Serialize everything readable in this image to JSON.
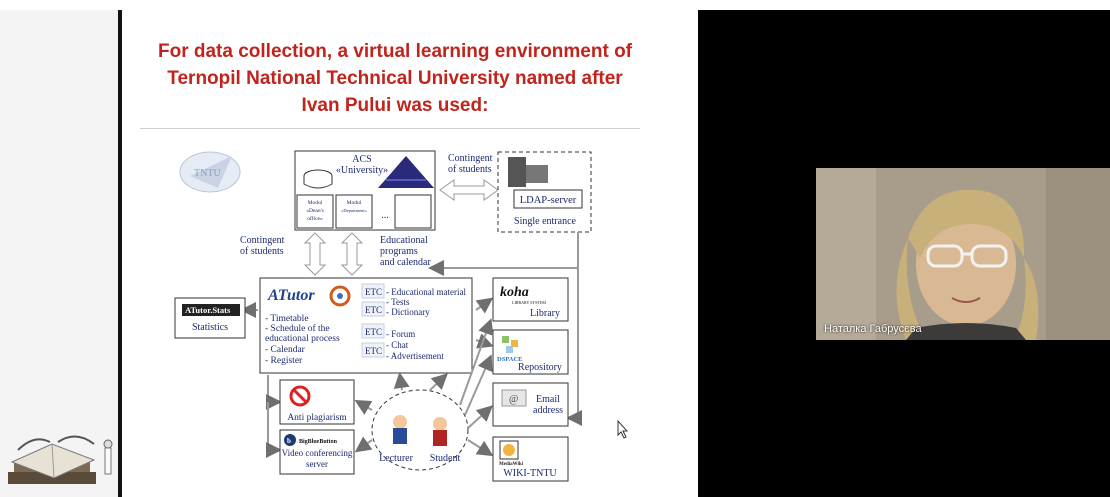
{
  "slide": {
    "title_lines": [
      "For data collection, a virtual learning environment of",
      "Ternopil National Technical University named after",
      "Ivan Pului was used:"
    ]
  },
  "diagram": {
    "acs": {
      "title": "ACS",
      "subtitle": "«University»"
    },
    "moduls": [
      {
        "line1": "Modul",
        "line2": "«Dean's",
        "line3": "office»"
      },
      {
        "line1": "Modul",
        "line2": "«Department»"
      }
    ],
    "ellipsis": "...",
    "contingent_top": [
      "Contingent",
      "of students"
    ],
    "ldap": {
      "label": "LDAP-server",
      "caption": "Single entrance"
    },
    "contingent_left": [
      "Contingent",
      "of students"
    ],
    "edu_programs": [
      "Educational",
      "programs",
      "and calendar"
    ],
    "atutor": {
      "logo": "ATutor",
      "items": [
        "- Timetable",
        "- Schedule of the",
        "educational process",
        "- Calendar",
        "- Register"
      ],
      "etc": [
        "ETC",
        "ETC",
        "ETC",
        "ETC"
      ],
      "right_items": [
        "- Educational material",
        "- Tests",
        "- Dictionary",
        "- Forum",
        "- Chat",
        "- Advertisement"
      ]
    },
    "stats": {
      "logo": "ATutor.Stats",
      "label": "Statistics"
    },
    "koha": {
      "logo": "koha",
      "sub": "LIBRARY SYSTEM",
      "label": "Library"
    },
    "dspace": {
      "logo": "DSPACE",
      "label": "Repository"
    },
    "email": {
      "line1": "Email",
      "line2": "address"
    },
    "wiki": {
      "logo": "MediaWiki",
      "label": "WIKI-TNTU"
    },
    "anti": {
      "label": "Anti plagiarism"
    },
    "bbb": {
      "logo": "BigBlueButton",
      "line1": "Video conferencing",
      "line2": "server"
    },
    "center": {
      "lecturer": "Lecturer",
      "student": "Student"
    },
    "logo_text": "TNTU"
  },
  "webcam": {
    "participant_name": "Наталка Габрусєва"
  },
  "colors": {
    "title": "#c0241c",
    "diagram_text": "#1c2a6e",
    "arrow": "#b9b9b9",
    "background_right": "#000000"
  }
}
